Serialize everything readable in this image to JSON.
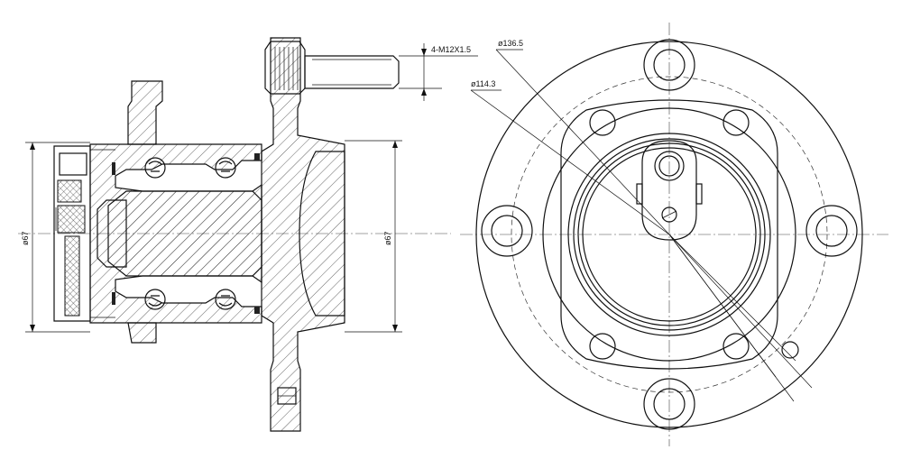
{
  "drawing": {
    "title": "",
    "side_view": {
      "stud_thread_label": "4-M12X1.5",
      "flange_diameter_label": "ø67",
      "bore_diameter_label": "ø67"
    },
    "front_view": {
      "bolt_circle_label": "ø136.5",
      "pilot_diameter_label": "ø114.3"
    }
  }
}
